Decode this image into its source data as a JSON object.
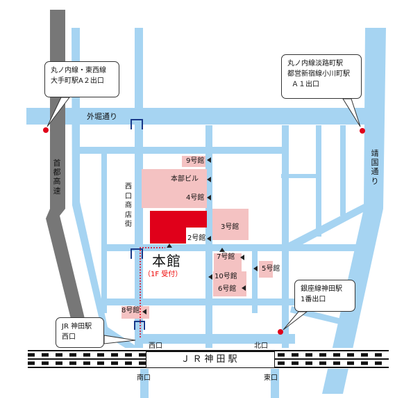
{
  "callouts": {
    "otemachi": [
      "丸ノ内線・東西線",
      "大手町駅A２出口"
    ],
    "awajicho": [
      "丸ノ内線淡路町駅",
      "都営新宿線小川町駅",
      "Ａ１出口"
    ],
    "ginza": [
      "銀座線神田駅",
      "1番出口"
    ],
    "jr_west": [
      "JR 神田駅",
      "西口"
    ]
  },
  "roads": {
    "sotobori": "外堀通り",
    "shuto": [
      "首",
      "都",
      "高",
      "速"
    ],
    "yasukuni": [
      "靖",
      "国",
      "通",
      "り"
    ],
    "nishiguchi_street": [
      "西",
      "口",
      "商",
      "店",
      "街"
    ]
  },
  "buildings": {
    "b9": "9号館",
    "honbu": "本部ビル",
    "b4": "4号館",
    "b3": "3号館",
    "b2": "2号館",
    "b7": "7号館",
    "b5": "5号館",
    "b10": "10号館",
    "b6": "6号館",
    "b8": "8号館"
  },
  "main_building": {
    "title": "本館",
    "sub": "（1F 受付）"
  },
  "station": {
    "name": "ＪＲ神田駅",
    "west_exit": "西口",
    "north_exit": "北口",
    "south_exit": "南口",
    "east_exit": "東口"
  },
  "colors": {
    "road": "#a6d4f2",
    "building": "#f4c2c2",
    "main_building": "#e0001a",
    "marker": "#e0001a",
    "expressway": "#777777"
  }
}
